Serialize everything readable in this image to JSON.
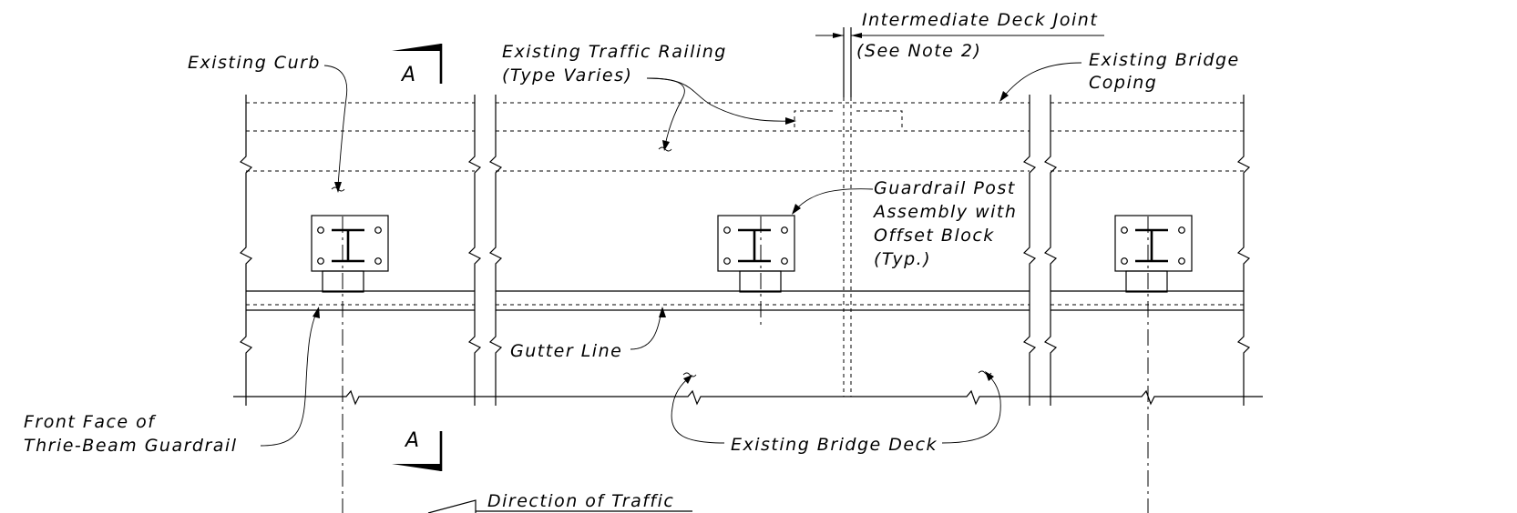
{
  "labels": {
    "existing_curb": "Existing Curb",
    "traffic_railing_1": "Existing Traffic Railing",
    "traffic_railing_2": "(Type Varies)",
    "deck_joint_1": "Intermediate Deck Joint",
    "deck_joint_2": "(See Note 2)",
    "bridge_coping_1": "Existing Bridge",
    "bridge_coping_2": "Coping",
    "guardrail_post_1": "Guardrail Post",
    "guardrail_post_2": "Assembly with",
    "guardrail_post_3": "Offset Block",
    "guardrail_post_4": "(Typ.)",
    "gutter_line": "Gutter Line",
    "front_face_1": "Front Face of",
    "front_face_2": "Thrie-Beam Guardrail",
    "bridge_deck": "Existing Bridge Deck",
    "direction": "Direction of Traffic",
    "section_top": "A",
    "section_bottom": "A"
  }
}
